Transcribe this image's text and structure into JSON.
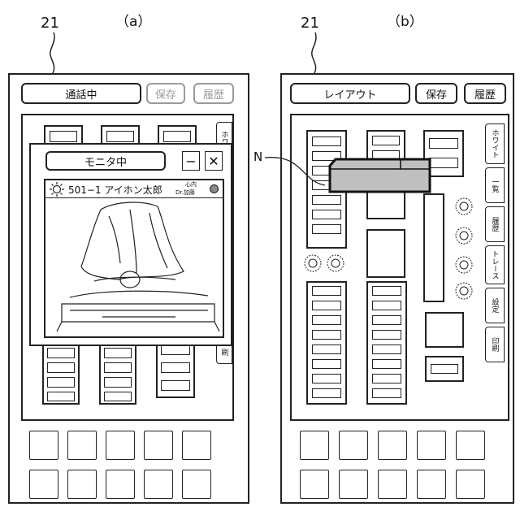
{
  "figures": {
    "a": {
      "label": "（a）",
      "ref": "21",
      "header_button": "通話中",
      "save_button": "保存",
      "history_button": "履歴",
      "side_tab_top": "ホワ",
      "side_tab_bottom": "刷",
      "monitor": {
        "title": "モニタ中",
        "minimize": "−",
        "close": "✕",
        "patient": "501−1 アイホン太郎",
        "dept": "心内",
        "doctor": "Dr.加藤"
      }
    },
    "b": {
      "label": "（b）",
      "ref": "21",
      "header_button": "レイアウト",
      "save_button": "保存",
      "history_button": "履歴",
      "tabs": [
        "ホワイト",
        "一覧",
        "履歴",
        "トレース",
        "設定",
        "印刷"
      ],
      "pointer_label": "N"
    }
  },
  "colors": {
    "stroke": "#222222",
    "disabled": "#9a9a9a",
    "selected_fill": "#bfbfbf",
    "status_dot": "#888888"
  },
  "icons": {
    "sun": "sun-icon",
    "indicator": "status-dot-icon"
  }
}
